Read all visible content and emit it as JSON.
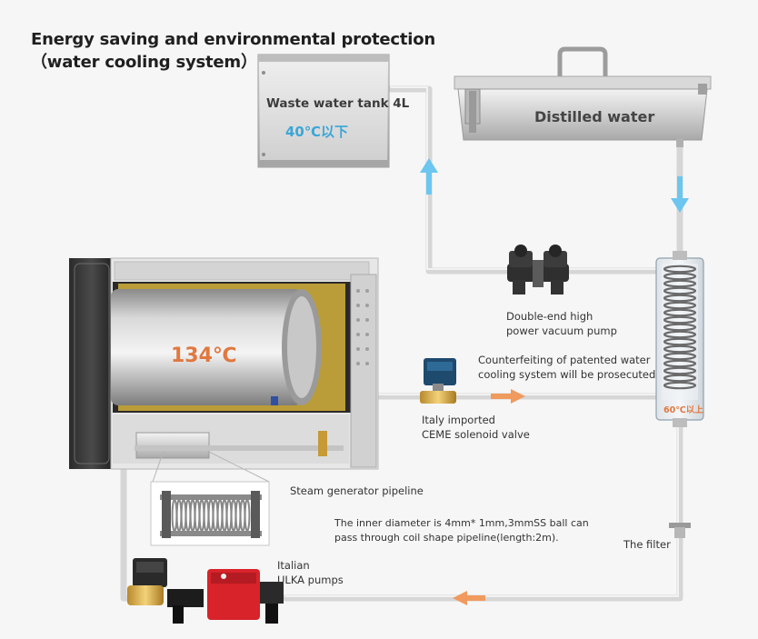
{
  "title": {
    "line1": "Energy saving and environmental protection",
    "line2": "（water cooling system）"
  },
  "waste_tank": {
    "label": "Waste water tank 4L",
    "temperature": "40℃以下"
  },
  "distilled_tank": {
    "label": "Distilled water"
  },
  "generator": {
    "temperature": "134℃"
  },
  "cooler": {
    "temperature": "60℃以上"
  },
  "labels": {
    "vacuum_pump": [
      "Double-end high",
      "power vacuum pump"
    ],
    "patent_note": [
      "Counterfeiting of patented water",
      "cooling system will be prosecuted"
    ],
    "solenoid_valve": [
      "Italy imported",
      "CEME solenoid valve"
    ],
    "steam_pipeline": "Steam generator pipeline",
    "inner_diameter": [
      "The inner diameter is 4mm* 1mm,3mmSS ball can",
      "pass through coil shape pipeline(length:2m)."
    ],
    "filter": "The filter",
    "ulka_pumps": [
      "Italian",
      "ULKA pumps"
    ]
  },
  "colors": {
    "pipe": "#d8d8d8",
    "flow_cold": "#6cc6ef",
    "flow_hot": "#f09a5e",
    "hot_text": "#e07840",
    "cool_text": "#3aa7d8",
    "pump_red": "#d8232a"
  }
}
